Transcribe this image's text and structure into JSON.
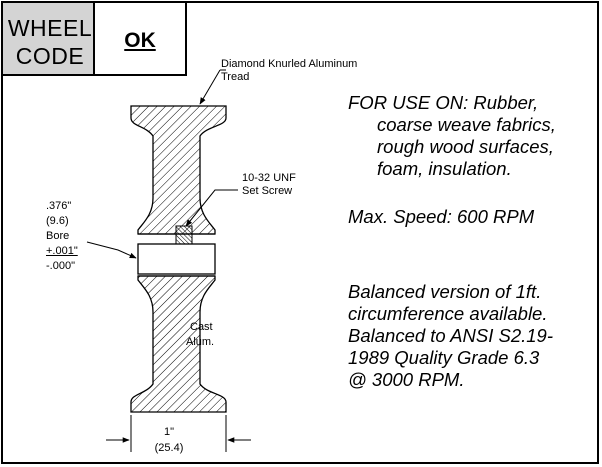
{
  "wheel_code": {
    "label_line1": "WHEEL",
    "label_line2": "CODE",
    "value": "OK"
  },
  "callouts": {
    "tread_line1": "Diamond Knurled Aluminum",
    "tread_line2": "Tread",
    "setscrew_line1": "10-32 UNF",
    "setscrew_line2": "Set Screw",
    "bore_line1": ".376\"",
    "bore_line2": "(9.6)",
    "bore_line3": "Bore",
    "bore_line4": "+.001\"",
    "bore_line5": "-.000\"",
    "material_line1": "Cast",
    "material_line2": "Alum.",
    "width_line1": "1\"",
    "width_line2": "(25.4)"
  },
  "usage": {
    "line1": "FOR USE ON: Rubber,",
    "line2": "coarse weave fabrics,",
    "line3": "rough wood surfaces,",
    "line4": "foam, insulation."
  },
  "max_speed": "Max. Speed: 600 RPM",
  "balance": {
    "line1": "Balanced version of 1ft.",
    "line2": "circumference available.",
    "line3": "Balanced to ANSI S2.19-",
    "line4": "1989 Quality Grade 6.3",
    "line5": "@ 3000 RPM."
  }
}
